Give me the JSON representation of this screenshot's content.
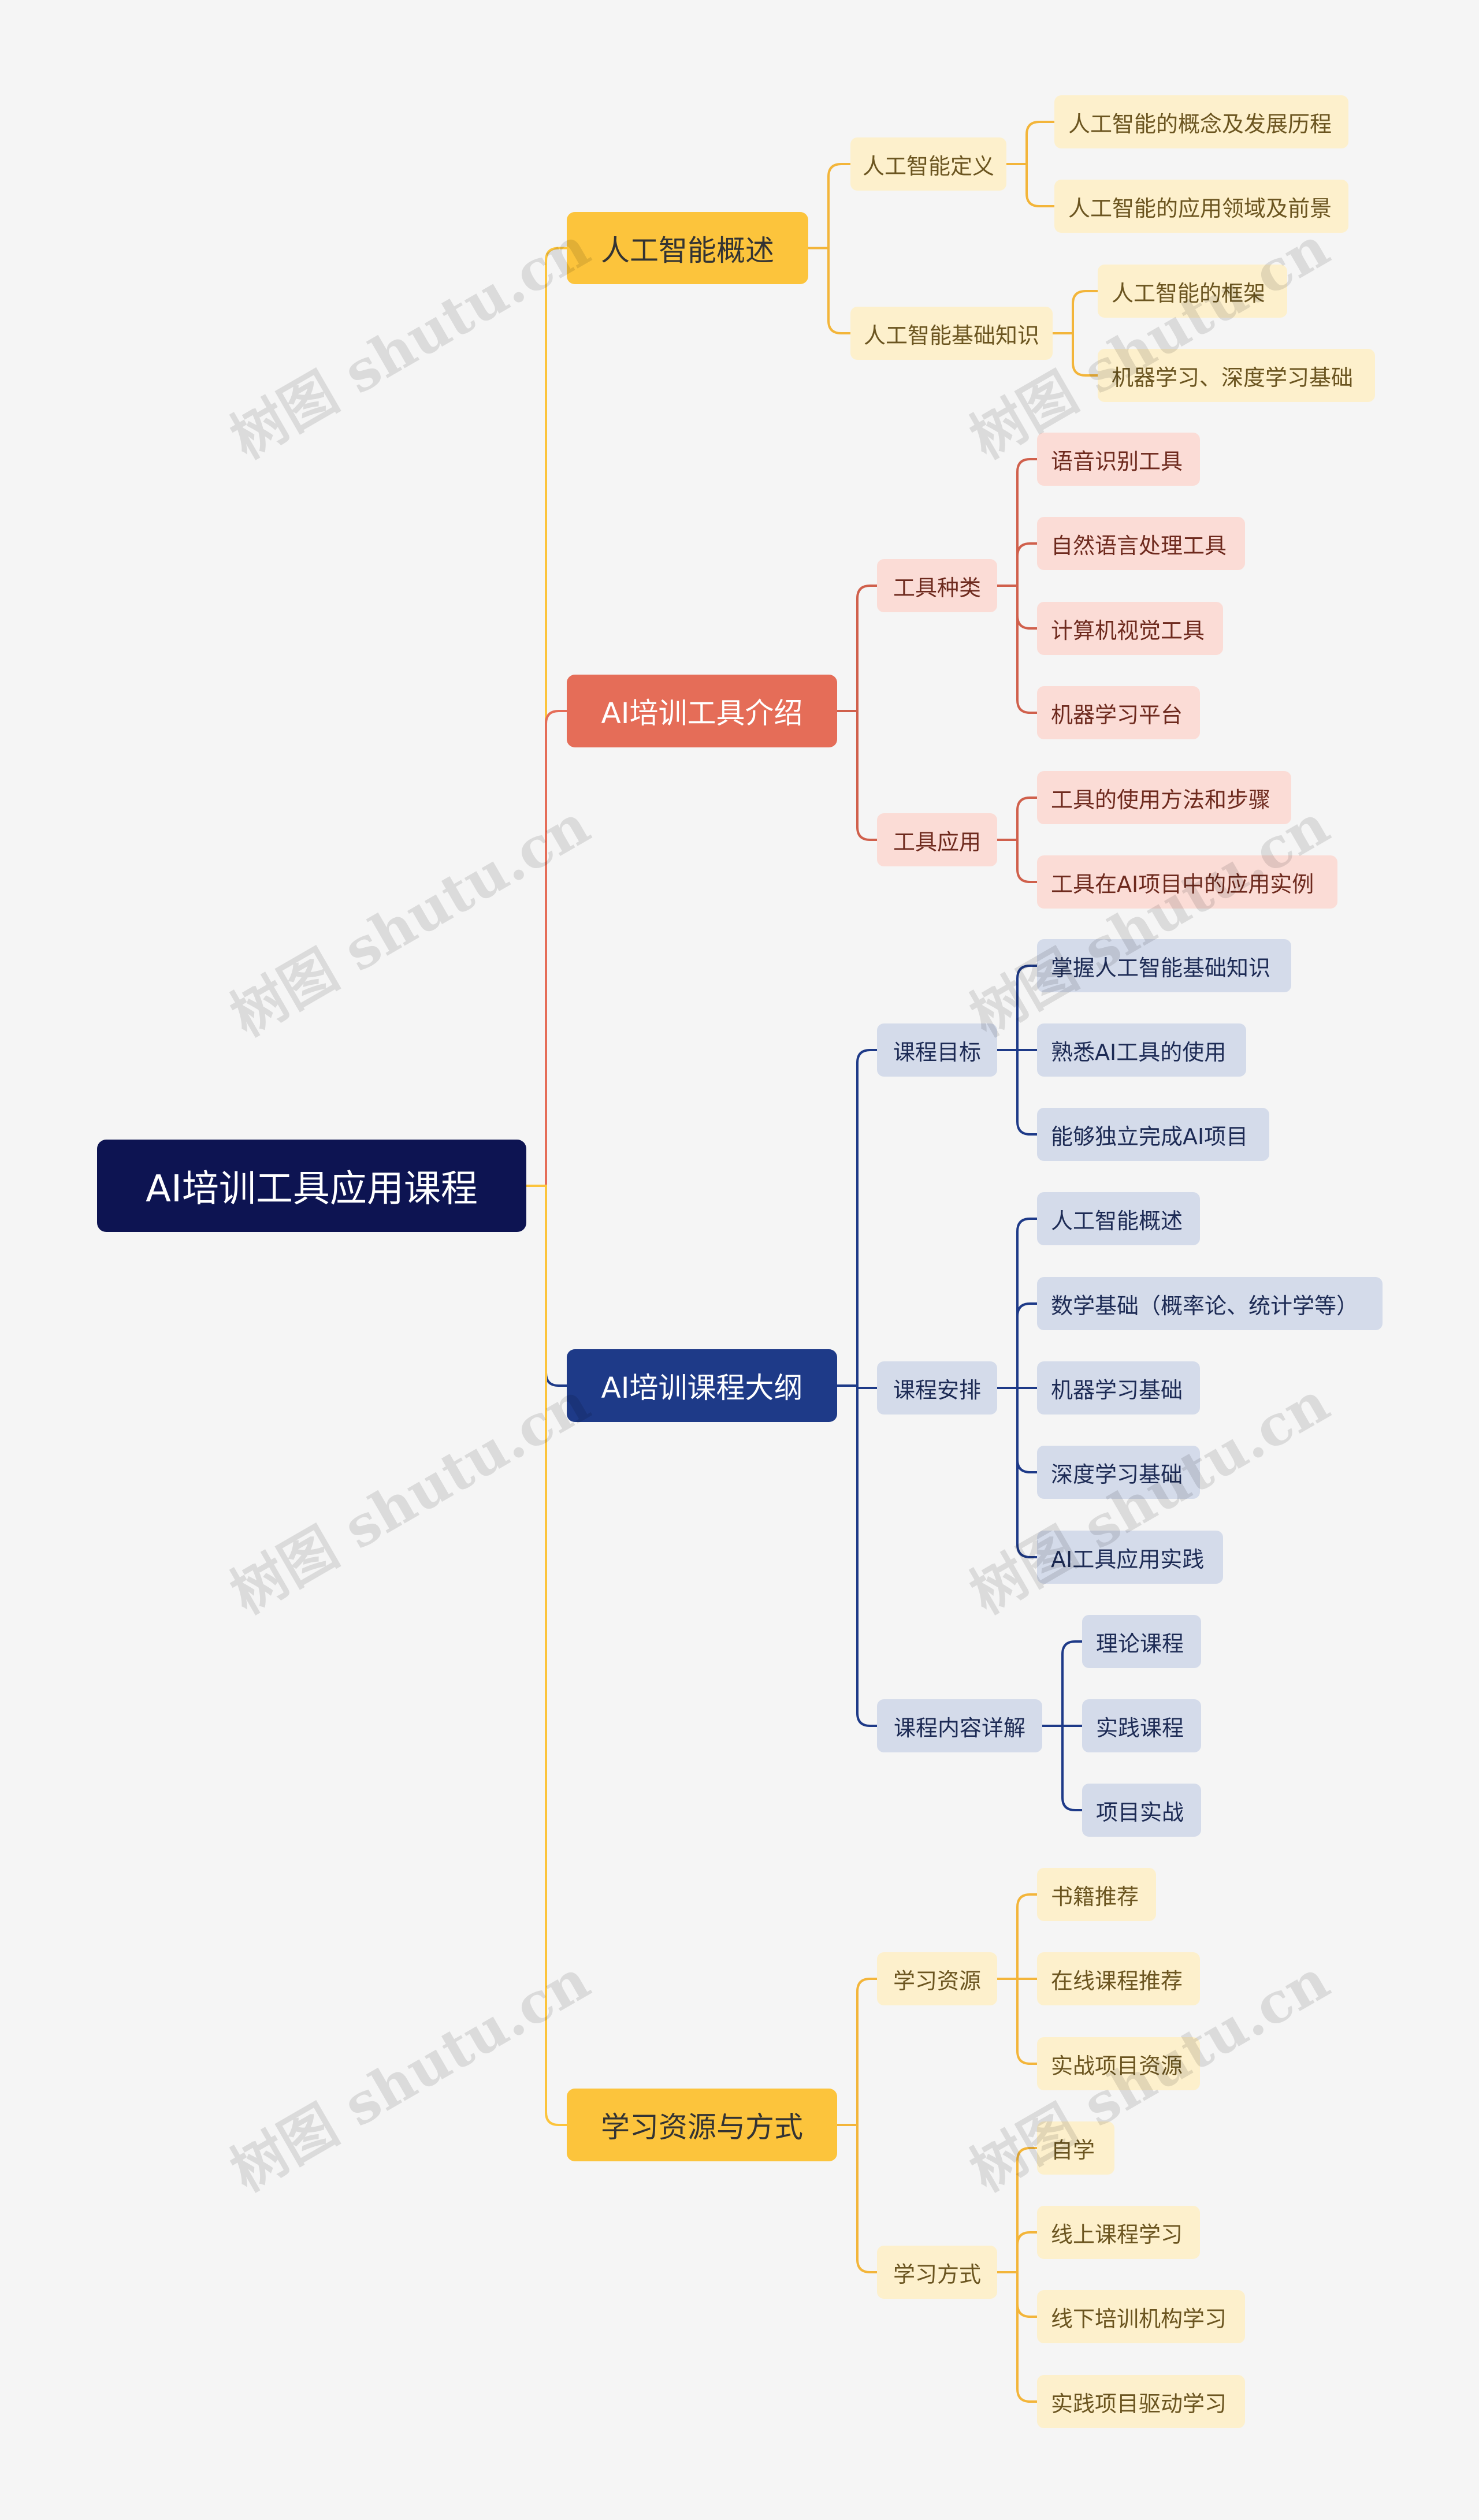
{
  "colors": {
    "yellow": "#fcc43c",
    "yellow_light": "#fdf0cc",
    "red": "#e56d58",
    "red_light": "#fbdcd6",
    "navy": "#1e3a88",
    "navy_light": "#d4dbea",
    "root": "#0d1452"
  },
  "watermark": "树图 shutu.cn",
  "root": {
    "label": "AI培训工具应用课程"
  },
  "branches": [
    {
      "label": "人工智能概述",
      "theme": "yellow",
      "groups": [
        {
          "label": "人工智能定义",
          "items": [
            "人工智能的概念及发展历程",
            "人工智能的应用领域及前景"
          ]
        },
        {
          "label": "人工智能基础知识",
          "items": [
            "人工智能的框架",
            "机器学习、深度学习基础"
          ]
        }
      ]
    },
    {
      "label": "AI培训工具介绍",
      "theme": "red",
      "groups": [
        {
          "label": "工具种类",
          "items": [
            "语音识别工具",
            "自然语言处理工具",
            "计算机视觉工具",
            "机器学习平台"
          ]
        },
        {
          "label": "工具应用",
          "items": [
            "工具的使用方法和步骤",
            "工具在AI项目中的应用实例"
          ]
        }
      ]
    },
    {
      "label": "AI培训课程大纲",
      "theme": "navy",
      "groups": [
        {
          "label": "课程目标",
          "items": [
            "掌握人工智能基础知识",
            "熟悉AI工具的使用",
            "能够独立完成AI项目"
          ]
        },
        {
          "label": "课程安排",
          "items": [
            "人工智能概述",
            "数学基础（概率论、统计学等）",
            "机器学习基础",
            "深度学习基础",
            "AI工具应用实践"
          ]
        },
        {
          "label": "课程内容详解",
          "items": [
            "理论课程",
            "实践课程",
            "项目实战"
          ]
        }
      ]
    },
    {
      "label": "学习资源与方式",
      "theme": "yellow",
      "groups": [
        {
          "label": "学习资源",
          "items": [
            "书籍推荐",
            "在线课程推荐",
            "实战项目资源"
          ]
        },
        {
          "label": "学习方式",
          "items": [
            "自学",
            "线上课程学习",
            "线下培训机构学习",
            "实践项目驱动学习"
          ]
        }
      ]
    }
  ]
}
